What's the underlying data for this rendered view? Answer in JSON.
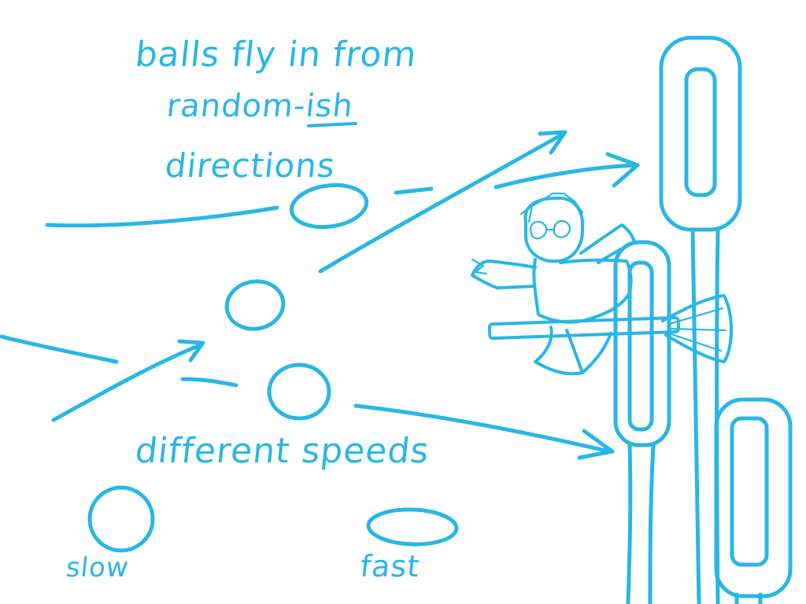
{
  "theme": {
    "ink_color": "#29b6e6",
    "background": "#ffffff"
  },
  "notes": {
    "line1": "balls fly in from",
    "line2_prefix": "random-",
    "line2_emph": "ish",
    "line3": "directions",
    "speeds_heading": "different speeds",
    "slow_label": "slow",
    "fast_label": "fast"
  }
}
